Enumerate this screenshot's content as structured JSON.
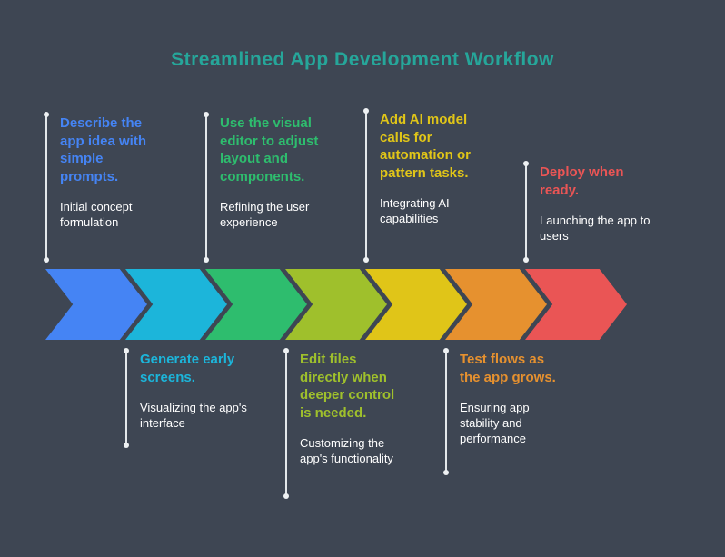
{
  "background": "#3e4653",
  "title": {
    "text": "Streamlined App Development Workflow",
    "color": "#26a69a"
  },
  "connector_color": "#e3e7ea",
  "description_text_color": "#ffffff",
  "steps": [
    {
      "heading": "Describe the app idea with simple prompts.",
      "description": "Initial concept formulation",
      "color": "#4584f4",
      "position": "top"
    },
    {
      "heading": "Generate early screens.",
      "description": "Visualizing the app's interface",
      "color": "#1cb5da",
      "position": "bottom"
    },
    {
      "heading": "Use the visual editor to adjust layout and components.",
      "description": "Refining the user experience",
      "color": "#2ebd6e",
      "position": "top"
    },
    {
      "heading": "Edit files directly when deeper control is needed.",
      "description": "Customizing the app's functionality",
      "color": "#9fc02c",
      "position": "bottom"
    },
    {
      "heading": "Add AI model calls for automation or pattern tasks.",
      "description": "Integrating AI capabilities",
      "color": "#e0c518",
      "position": "top"
    },
    {
      "heading": "Test flows as the app grows.",
      "description": "Ensuring app stability and performance",
      "color": "#e6912f",
      "position": "bottom"
    },
    {
      "heading": "Deploy when ready.",
      "description": "Launching the app to users",
      "color": "#ea5555",
      "position": "top"
    }
  ]
}
